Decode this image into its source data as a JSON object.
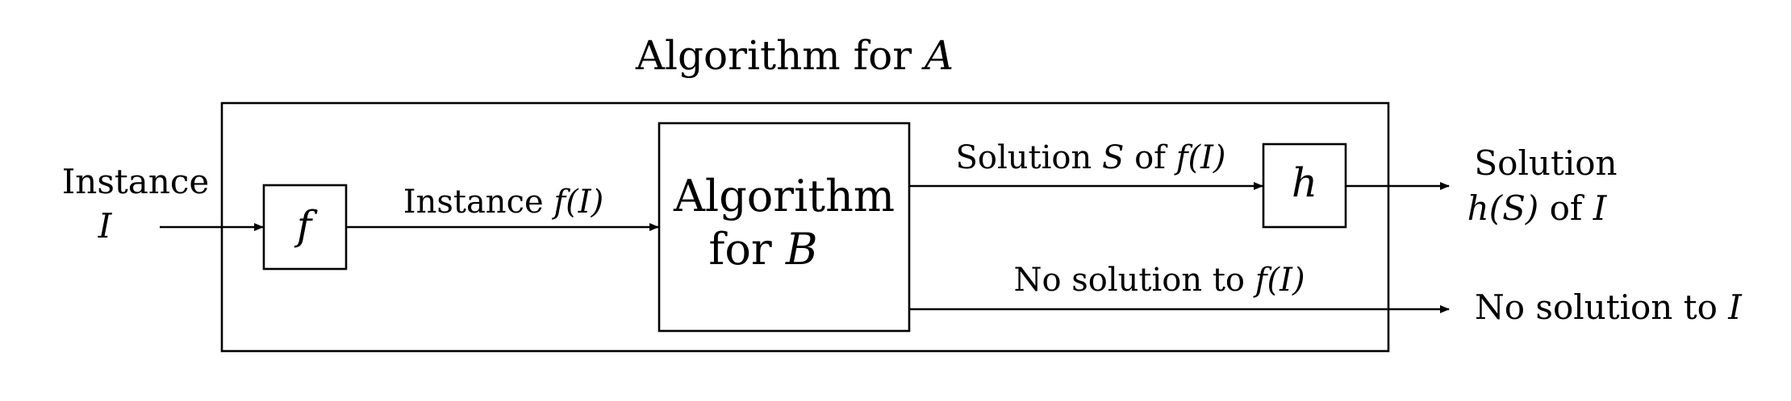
{
  "title": {
    "main": "Algorithm for ",
    "var": "A"
  },
  "input": {
    "line1": "Instance",
    "line2": "I"
  },
  "f_box": {
    "label": "f"
  },
  "edge_f_to_b": {
    "text": "Instance ",
    "fn": "f",
    "arg": "(I)"
  },
  "b_box": {
    "line1": "Algorithm",
    "line2_text": "for ",
    "line2_var": "B"
  },
  "edge_b_to_h": {
    "text": "Solution ",
    "var": "S",
    "mid": " of ",
    "fn": "f",
    "arg": "(I)"
  },
  "h_box": {
    "label": "h"
  },
  "output_solution": {
    "line1": "Solution",
    "fn": "h",
    "arg": "(S)",
    "mid": " of ",
    "var": "I"
  },
  "edge_no_solution": {
    "text": "No solution to ",
    "fn": "f",
    "arg": "(I)"
  },
  "output_no_solution": {
    "text": "No solution to ",
    "var": "I"
  },
  "colors": {
    "stroke": "#000000",
    "background": "#ffffff"
  }
}
